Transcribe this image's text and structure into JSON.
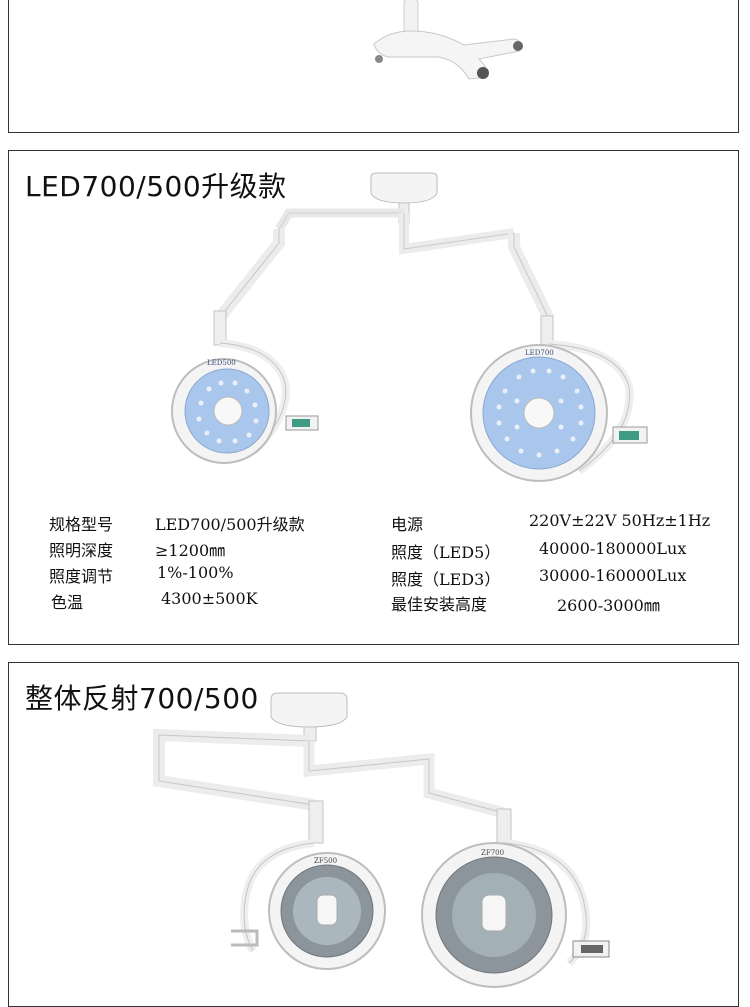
{
  "led_section": {
    "title": "LED700/500升级款",
    "lamp_left_label": "LED500",
    "lamp_right_label": "LED700",
    "specs_left": [
      {
        "label": "规格型号",
        "value": "LED700/500升级款"
      },
      {
        "label": "照明深度",
        "value": "≥1200㎜"
      },
      {
        "label": "照度调节",
        "value": "1%-100%"
      },
      {
        "label": "色温",
        "value": "4300±500K"
      }
    ],
    "specs_right": [
      {
        "label": "电源",
        "value": "220V±22V 50Hz±1Hz"
      },
      {
        "label": "照度（LED5）",
        "value": "40000-180000Lux"
      },
      {
        "label": "照度（LED3）",
        "value": "30000-160000Lux"
      },
      {
        "label": "最佳安装高度",
        "value": "2600-3000㎜"
      }
    ]
  },
  "zf_section": {
    "title": "整体反射700/500",
    "lamp_left_label": "ZF500",
    "lamp_right_label": "ZF700"
  },
  "colors": {
    "border": "#333333",
    "lamp_white": "#f4f4f4",
    "led_blue": "#a9c7ec",
    "reflector_gray": "#8c959c"
  }
}
